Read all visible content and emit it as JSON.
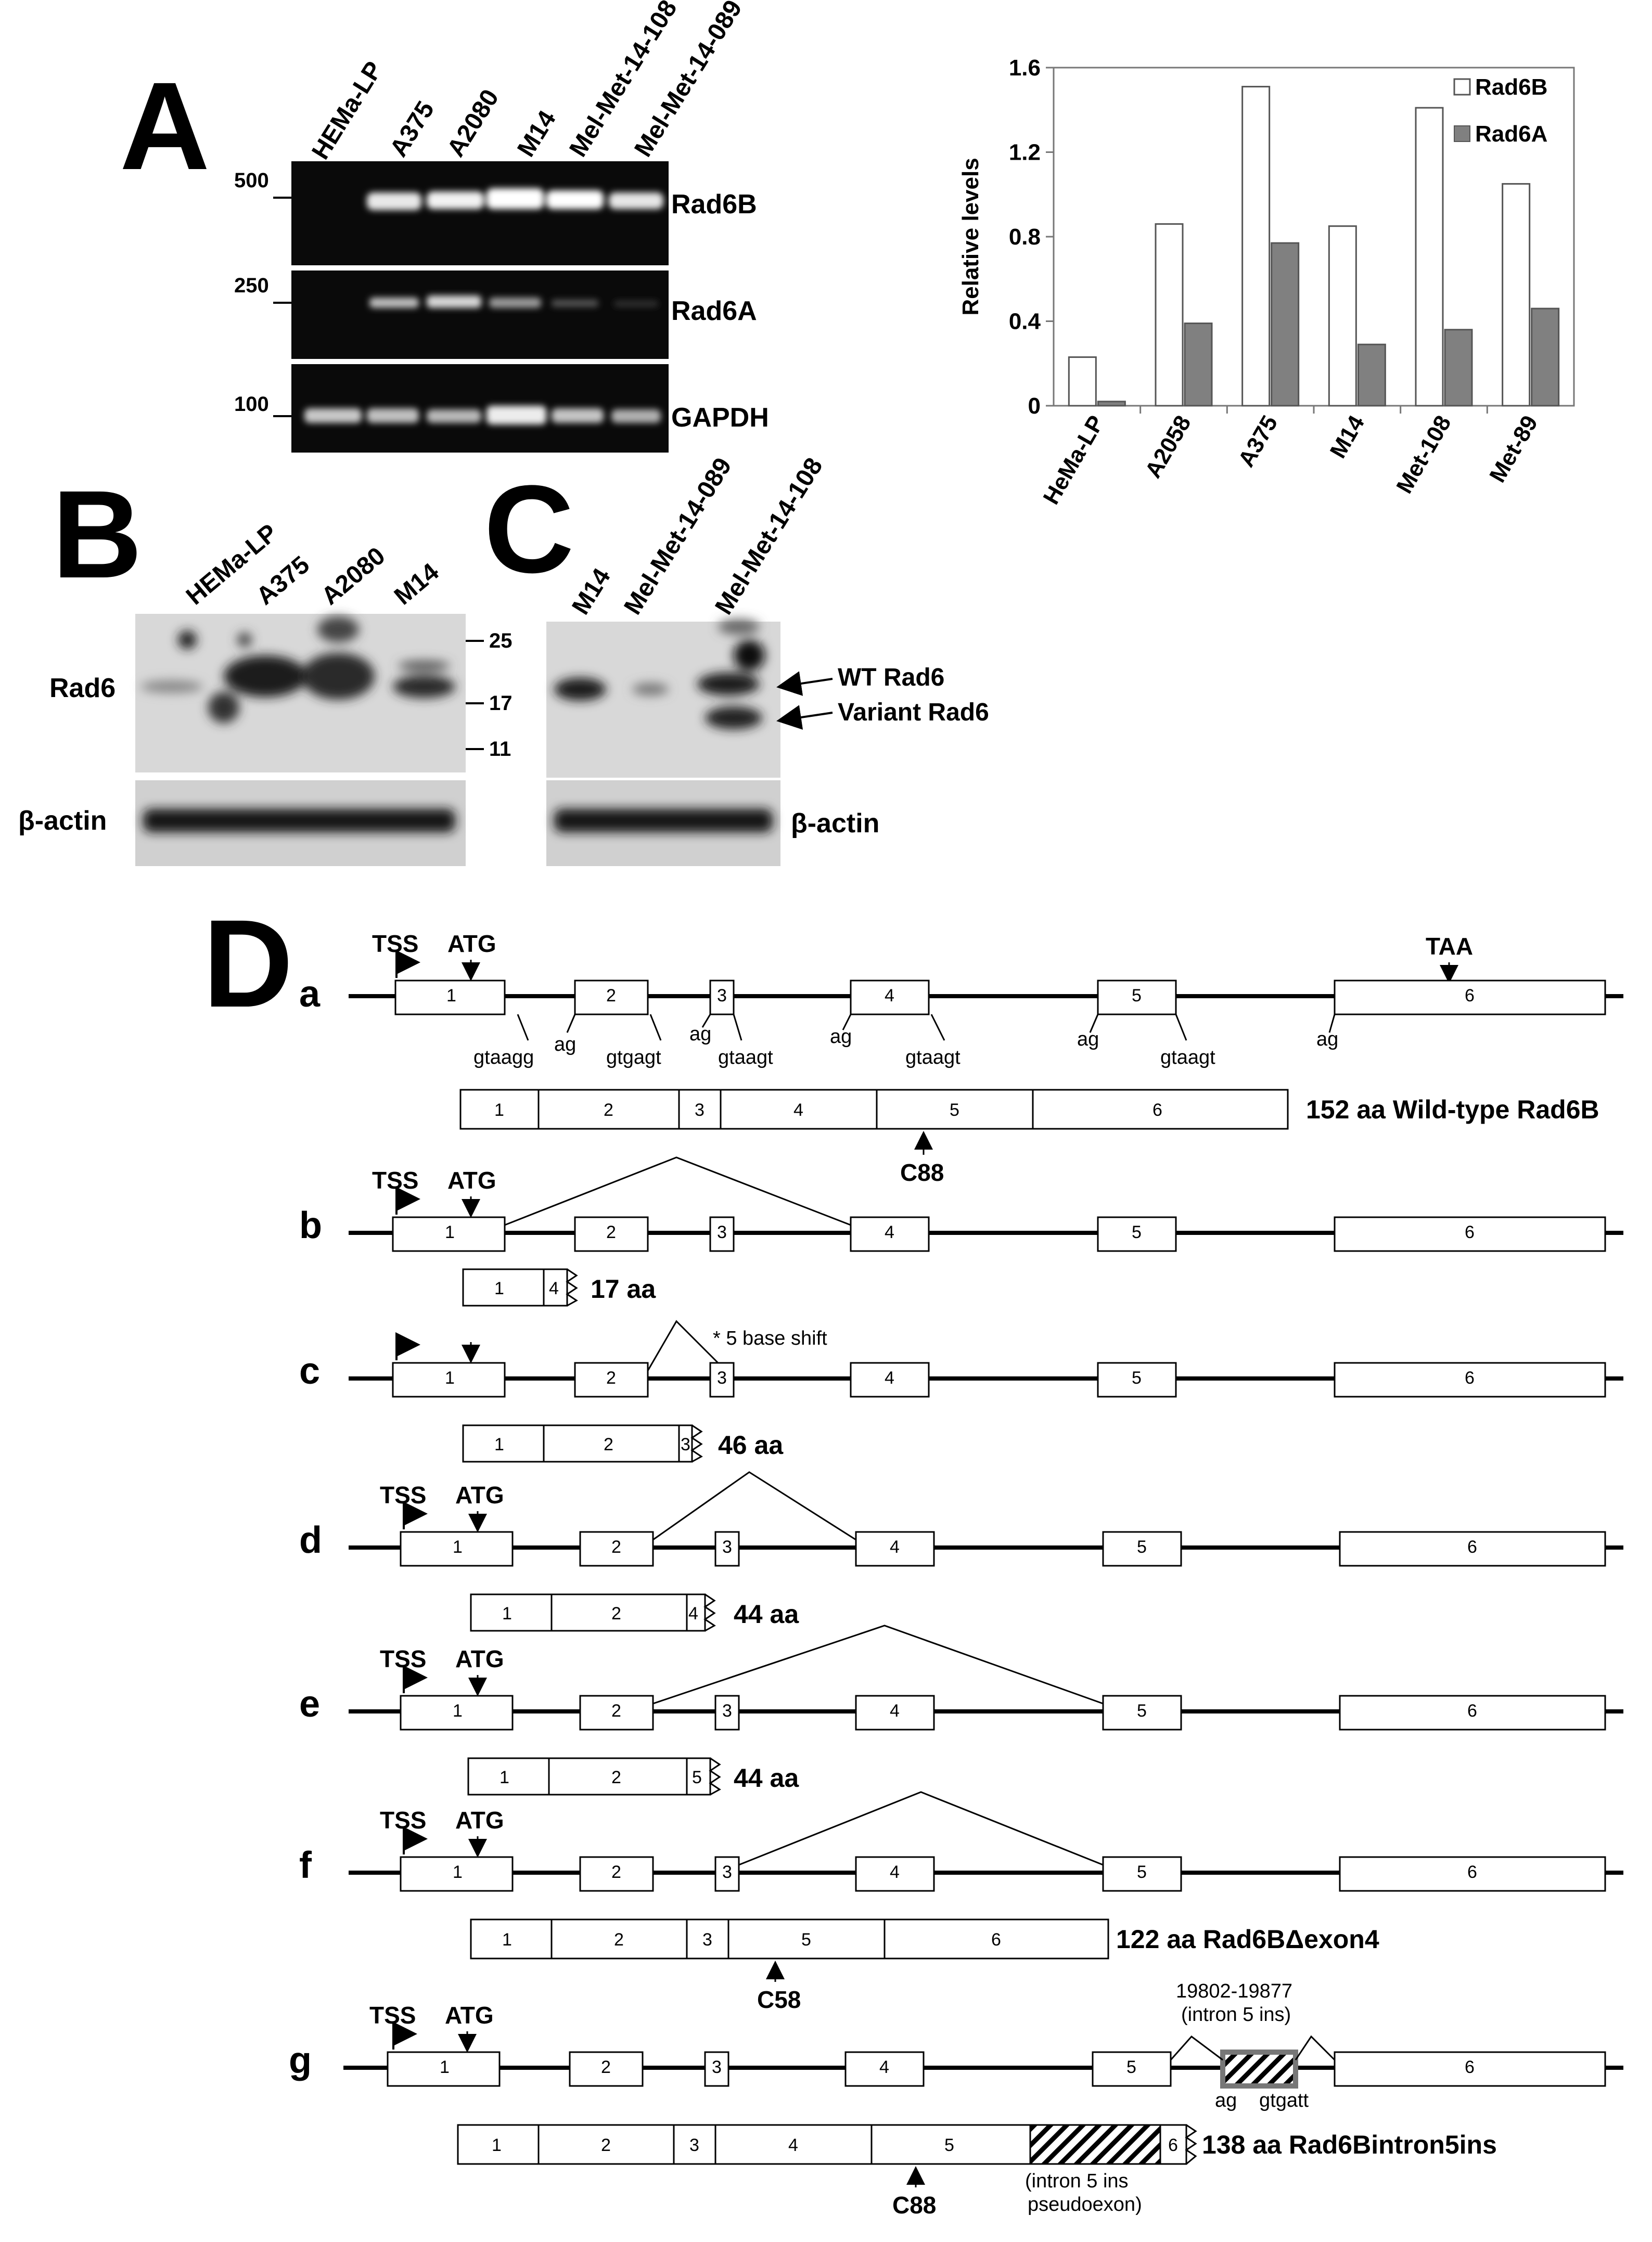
{
  "figure": {
    "panel_letters": {
      "A": "A",
      "B": "B",
      "C": "C",
      "D": "D"
    }
  },
  "panelA": {
    "lanes": [
      "HEMa-LP",
      "A375",
      "A2080",
      "M14",
      "Mel-Met-14-108",
      "Mel-Met-14-089"
    ],
    "markers": [
      "500",
      "250",
      "100"
    ],
    "bands": [
      "Rad6B",
      "Rad6A",
      "GAPDH"
    ]
  },
  "panelB": {
    "lanes": [
      "HEMa-LP",
      "A375",
      "A2080",
      "M14"
    ],
    "markers": [
      "25",
      "17",
      "11"
    ],
    "row_labels": [
      "Rad6",
      "β-actin"
    ]
  },
  "panelC": {
    "lanes": [
      "M14",
      "Mel-Met-14-089",
      "Mel-Met-14-108"
    ],
    "annotations": [
      "WT Rad6",
      "Variant Rad6"
    ],
    "row_label": "β-actin"
  },
  "chart_data": {
    "type": "bar",
    "categories": [
      "HeMa-LP",
      "A2058",
      "A375",
      "M14",
      "Met-108",
      "Met-89"
    ],
    "series": [
      {
        "name": "Rad6B",
        "values": [
          0.23,
          0.86,
          1.51,
          0.85,
          1.41,
          1.05
        ],
        "color": "#ffffff"
      },
      {
        "name": "Rad6A",
        "values": [
          0.02,
          0.39,
          0.77,
          0.29,
          0.36,
          0.46
        ],
        "color": "#808080"
      }
    ],
    "ylabel": "Relative levels",
    "xlabel": "",
    "ylim": [
      0,
      1.6
    ],
    "yticks": [
      "0",
      "0.4",
      "0.8",
      "1.2",
      "1.6"
    ],
    "legend": "top-right",
    "grid": false
  },
  "panelD": {
    "tss": "TSS",
    "atg": "ATG",
    "taa": "TAA",
    "ag": "ag",
    "rows": {
      "a": {
        "letter": "a",
        "splice": [
          "gtaagg",
          "gtgagt",
          "gtaagt",
          "gtaagt",
          "gtaagt"
        ],
        "protein": "152 aa Wild-type Rad6B",
        "mark": "C88"
      },
      "b": {
        "letter": "b",
        "protein": "17 aa"
      },
      "c": {
        "letter": "c",
        "protein": "46 aa",
        "note": "* 5 base shift"
      },
      "d": {
        "letter": "d",
        "protein": "44 aa"
      },
      "e": {
        "letter": "e",
        "protein": "44 aa"
      },
      "f": {
        "letter": "f",
        "protein": "122 aa  Rad6BΔexon4",
        "mark": "C58"
      },
      "g": {
        "letter": "g",
        "ins_pos": "19802-19877",
        "ins_label": "(intron 5 ins)",
        "ag_label": "ag",
        "gt_label": "gtgatt",
        "protein": "138 aa Rad6Bintron5ins",
        "mark": "C88",
        "pseudo_1": "(intron 5 ins",
        "pseudo_2": "pseudoexon)"
      }
    },
    "exon_labels": [
      "1",
      "2",
      "3",
      "4",
      "5",
      "6"
    ]
  }
}
